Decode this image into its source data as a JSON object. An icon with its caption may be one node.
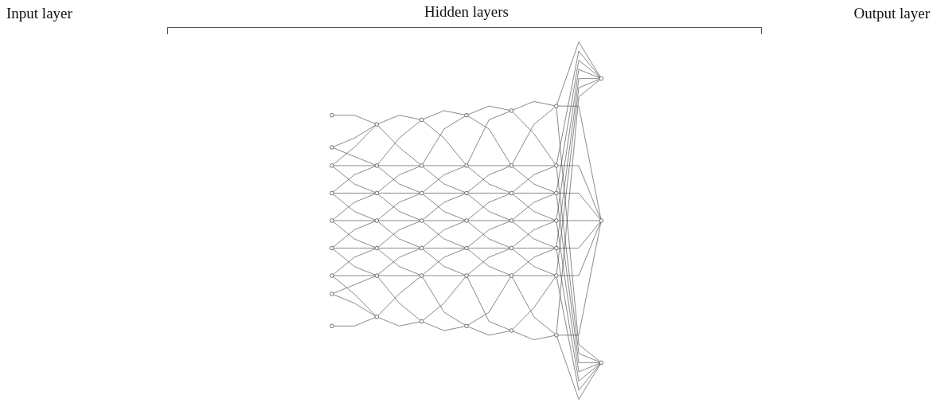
{
  "diagram": {
    "nodes": [
      {
        "text": [],
        "shape": "circle"
      },
      {
        "text": [],
        "shape": "circle"
      },
      {
        "text": [],
        "shape": "circle"
      },
      {
        "text": [],
        "shape": "circle"
      },
      {
        "text": [],
        "shape": "circle"
      },
      {
        "text": [],
        "shape": "circle"
      },
      {
        "text": [],
        "shape": "circle"
      },
      {
        "text": [],
        "shape": "circle"
      },
      {
        "text": [],
        "shape": "circle"
      },
      {
        "text": [],
        "shape": "circle"
      },
      {
        "text": [],
        "shape": "circle"
      },
      {
        "text": [],
        "shape": "circle"
      },
      {
        "text": [],
        "shape": "circle"
      },
      {
        "text": [],
        "shape": "circle"
      },
      {
        "text": [],
        "shape": "circle"
      },
      {
        "text": [],
        "shape": "circle"
      },
      {
        "text": [],
        "shape": "circle"
      },
      {
        "text": [],
        "shape": "circle"
      },
      {
        "text": [],
        "shape": "circle"
      },
      {
        "text": [],
        "shape": "circle"
      },
      {
        "text": [],
        "shape": "circle"
      },
      {
        "text": [],
        "shape": "circle"
      },
      {
        "text": [],
        "shape": "circle"
      },
      {
        "text": [],
        "shape": "circle"
      },
      {
        "text": [],
        "shape": "circle"
      },
      {
        "text": [],
        "shape": "circle"
      },
      {
        "text": [],
        "shape": "circle"
      },
      {
        "text": [],
        "shape": "circle"
      },
      {
        "text": [],
        "shape": "circle"
      },
      {
        "text": [],
        "shape": "circle"
      },
      {
        "text": [],
        "shape": "circle"
      },
      {
        "text": [],
        "shape": "circle"
      },
      {
        "text": [],
        "shape": "circle"
      },
      {
        "text": [],
        "shape": "circle"
      },
      {
        "text": [],
        "shape": "circle"
      },
      {
        "text": [],
        "shape": "circle"
      },
      {
        "text": [],
        "shape": "circle"
      },
      {
        "text": [],
        "shape": "circle"
      },
      {
        "text": [],
        "shape": "circle"
      },
      {
        "text": [],
        "shape": "circle"
      },
      {
        "text": [],
        "shape": "circle"
      },
      {
        "text": [],
        "shape": "circle"
      },
      {
        "text": [],
        "shape": "circle"
      },
      {
        "text": [],
        "shape": "circle"
      },
      {
        "text": [],
        "shape": "circle"
      },
      {
        "text": [],
        "shape": "circle"
      },
      {
        "text": [],
        "shape": "circle"
      }
    ],
    "edges": [
      {
        "from": 0,
        "to": 9,
        "arrow": "none"
      },
      {
        "from": 1,
        "to": 9,
        "arrow": "none"
      },
      {
        "from": 1,
        "to": 10,
        "arrow": "none"
      },
      {
        "from": 2,
        "to": 9,
        "arrow": "none"
      },
      {
        "from": 2,
        "to": 10,
        "arrow": "none"
      },
      {
        "from": 2,
        "to": 11,
        "arrow": "none"
      },
      {
        "from": 3,
        "to": 10,
        "arrow": "none"
      },
      {
        "from": 3,
        "to": 11,
        "arrow": "none"
      },
      {
        "from": 3,
        "to": 12,
        "arrow": "none"
      },
      {
        "from": 4,
        "to": 11,
        "arrow": "none"
      },
      {
        "from": 4,
        "to": 12,
        "arrow": "none"
      },
      {
        "from": 4,
        "to": 13,
        "arrow": "none"
      },
      {
        "from": 5,
        "to": 12,
        "arrow": "none"
      },
      {
        "from": 5,
        "to": 13,
        "arrow": "none"
      },
      {
        "from": 5,
        "to": 14,
        "arrow": "none"
      },
      {
        "from": 6,
        "to": 13,
        "arrow": "none"
      },
      {
        "from": 6,
        "to": 14,
        "arrow": "none"
      },
      {
        "from": 6,
        "to": 15,
        "arrow": "none"
      },
      {
        "from": 7,
        "to": 14,
        "arrow": "none"
      },
      {
        "from": 7,
        "to": 15,
        "arrow": "none"
      },
      {
        "from": 8,
        "to": 15,
        "arrow": "none"
      },
      {
        "from": 9,
        "to": 16,
        "arrow": "none"
      },
      {
        "from": 9,
        "to": 17,
        "arrow": "none"
      },
      {
        "from": 10,
        "to": 16,
        "arrow": "none"
      },
      {
        "from": 10,
        "to": 17,
        "arrow": "none"
      },
      {
        "from": 10,
        "to": 18,
        "arrow": "none"
      },
      {
        "from": 11,
        "to": 17,
        "arrow": "none"
      },
      {
        "from": 11,
        "to": 18,
        "arrow": "none"
      },
      {
        "from": 11,
        "to": 19,
        "arrow": "none"
      },
      {
        "from": 12,
        "to": 18,
        "arrow": "none"
      },
      {
        "from": 12,
        "to": 19,
        "arrow": "none"
      },
      {
        "from": 12,
        "to": 20,
        "arrow": "none"
      },
      {
        "from": 13,
        "to": 19,
        "arrow": "none"
      },
      {
        "from": 13,
        "to": 20,
        "arrow": "none"
      },
      {
        "from": 13,
        "to": 21,
        "arrow": "none"
      },
      {
        "from": 14,
        "to": 20,
        "arrow": "none"
      },
      {
        "from": 14,
        "to": 21,
        "arrow": "none"
      },
      {
        "from": 14,
        "to": 22,
        "arrow": "none"
      },
      {
        "from": 15,
        "to": 21,
        "arrow": "none"
      },
      {
        "from": 15,
        "to": 22,
        "arrow": "none"
      },
      {
        "from": 16,
        "to": 23,
        "arrow": "none"
      },
      {
        "from": 16,
        "to": 24,
        "arrow": "none"
      },
      {
        "from": 17,
        "to": 23,
        "arrow": "none"
      },
      {
        "from": 17,
        "to": 24,
        "arrow": "none"
      },
      {
        "from": 17,
        "to": 25,
        "arrow": "none"
      },
      {
        "from": 18,
        "to": 24,
        "arrow": "none"
      },
      {
        "from": 18,
        "to": 25,
        "arrow": "none"
      },
      {
        "from": 18,
        "to": 26,
        "arrow": "none"
      },
      {
        "from": 19,
        "to": 25,
        "arrow": "none"
      },
      {
        "from": 19,
        "to": 26,
        "arrow": "none"
      },
      {
        "from": 19,
        "to": 27,
        "arrow": "none"
      },
      {
        "from": 20,
        "to": 26,
        "arrow": "none"
      },
      {
        "from": 20,
        "to": 27,
        "arrow": "none"
      },
      {
        "from": 20,
        "to": 28,
        "arrow": "none"
      },
      {
        "from": 21,
        "to": 27,
        "arrow": "none"
      },
      {
        "from": 21,
        "to": 28,
        "arrow": "none"
      },
      {
        "from": 21,
        "to": 29,
        "arrow": "none"
      },
      {
        "from": 22,
        "to": 28,
        "arrow": "none"
      },
      {
        "from": 22,
        "to": 29,
        "arrow": "none"
      },
      {
        "from": 23,
        "to": 30,
        "arrow": "none"
      },
      {
        "from": 23,
        "to": 31,
        "arrow": "none"
      },
      {
        "from": 24,
        "to": 30,
        "arrow": "none"
      },
      {
        "from": 24,
        "to": 31,
        "arrow": "none"
      },
      {
        "from": 24,
        "to": 32,
        "arrow": "none"
      },
      {
        "from": 25,
        "to": 31,
        "arrow": "none"
      },
      {
        "from": 25,
        "to": 32,
        "arrow": "none"
      },
      {
        "from": 25,
        "to": 33,
        "arrow": "none"
      },
      {
        "from": 26,
        "to": 32,
        "arrow": "none"
      },
      {
        "from": 26,
        "to": 33,
        "arrow": "none"
      },
      {
        "from": 26,
        "to": 34,
        "arrow": "none"
      },
      {
        "from": 27,
        "to": 33,
        "arrow": "none"
      },
      {
        "from": 27,
        "to": 34,
        "arrow": "none"
      },
      {
        "from": 27,
        "to": 35,
        "arrow": "none"
      },
      {
        "from": 28,
        "to": 34,
        "arrow": "none"
      },
      {
        "from": 28,
        "to": 35,
        "arrow": "none"
      },
      {
        "from": 28,
        "to": 36,
        "arrow": "none"
      },
      {
        "from": 29,
        "to": 35,
        "arrow": "none"
      },
      {
        "from": 29,
        "to": 36,
        "arrow": "none"
      },
      {
        "from": 30,
        "to": 37,
        "arrow": "none"
      },
      {
        "from": 30,
        "to": 38,
        "arrow": "none"
      },
      {
        "from": 31,
        "to": 37,
        "arrow": "none"
      },
      {
        "from": 31,
        "to": 38,
        "arrow": "none"
      },
      {
        "from": 31,
        "to": 39,
        "arrow": "none"
      },
      {
        "from": 32,
        "to": 38,
        "arrow": "none"
      },
      {
        "from": 32,
        "to": 39,
        "arrow": "none"
      },
      {
        "from": 32,
        "to": 40,
        "arrow": "none"
      },
      {
        "from": 33,
        "to": 39,
        "arrow": "none"
      },
      {
        "from": 33,
        "to": 40,
        "arrow": "none"
      },
      {
        "from": 33,
        "to": 41,
        "arrow": "none"
      },
      {
        "from": 34,
        "to": 40,
        "arrow": "none"
      },
      {
        "from": 34,
        "to": 41,
        "arrow": "none"
      },
      {
        "from": 34,
        "to": 42,
        "arrow": "none"
      },
      {
        "from": 35,
        "to": 41,
        "arrow": "none"
      },
      {
        "from": 35,
        "to": 42,
        "arrow": "none"
      },
      {
        "from": 35,
        "to": 43,
        "arrow": "none"
      },
      {
        "from": 36,
        "to": 42,
        "arrow": "none"
      },
      {
        "from": 36,
        "to": 43,
        "arrow": "none"
      },
      {
        "from": 37,
        "to": 44,
        "arrow": "none"
      },
      {
        "from": 37,
        "to": 45,
        "arrow": "none"
      },
      {
        "from": 37,
        "to": 46,
        "arrow": "none"
      },
      {
        "from": 38,
        "to": 44,
        "arrow": "none"
      },
      {
        "from": 38,
        "to": 45,
        "arrow": "none"
      },
      {
        "from": 38,
        "to": 46,
        "arrow": "none"
      },
      {
        "from": 39,
        "to": 44,
        "arrow": "none"
      },
      {
        "from": 39,
        "to": 45,
        "arrow": "none"
      },
      {
        "from": 39,
        "to": 46,
        "arrow": "none"
      },
      {
        "from": 40,
        "to": 44,
        "arrow": "none"
      },
      {
        "from": 40,
        "to": 45,
        "arrow": "none"
      },
      {
        "from": 40,
        "to": 46,
        "arrow": "none"
      },
      {
        "from": 41,
        "to": 44,
        "arrow": "none"
      },
      {
        "from": 41,
        "to": 45,
        "arrow": "none"
      },
      {
        "from": 41,
        "to": 46,
        "arrow": "none"
      },
      {
        "from": 42,
        "to": 44,
        "arrow": "none"
      },
      {
        "from": 42,
        "to": 45,
        "arrow": "none"
      },
      {
        "from": 42,
        "to": 46,
        "arrow": "none"
      },
      {
        "from": 43,
        "to": 44,
        "arrow": "none"
      },
      {
        "from": 43,
        "to": 45,
        "arrow": "none"
      },
      {
        "from": 43,
        "to": 46,
        "arrow": "none"
      }
    ],
    "labels": [
      "Input layer",
      "Hidden layers",
      "Output layer"
    ]
  }
}
